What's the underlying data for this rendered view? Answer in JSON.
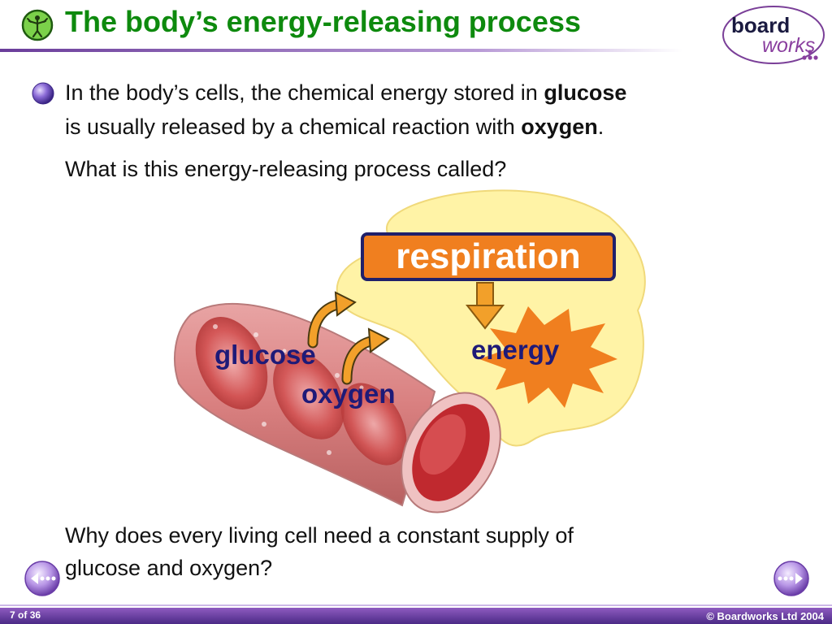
{
  "header": {
    "title": "The body’s energy-releasing process",
    "logo_top": "board",
    "logo_bottom": "works",
    "title_icon": "science-figure-icon"
  },
  "content": {
    "bullet_icon": "purple-bullet-icon",
    "intro_a": "In the body’s cells, the chemical energy stored in ",
    "intro_glucose": "glucose",
    "intro_b": "is usually released by a chemical reaction with ",
    "intro_oxygen": "oxygen",
    "intro_period": ".",
    "question1": "What is this energy-releasing process called?",
    "question2_line1": "Why does every living cell need a constant supply of",
    "question2_line2": "glucose and oxygen?"
  },
  "diagram": {
    "process_label": "respiration",
    "glucose_label": "glucose",
    "oxygen_label": "oxygen",
    "energy_label": "energy",
    "colors": {
      "cell": "#fff3a6",
      "process_box": "#f07f1f",
      "label": "#1e1a78",
      "vessel": "#d98a8a"
    }
  },
  "footer": {
    "page_current": "7",
    "page_of": " of ",
    "page_total": "36",
    "copyright": "© Boardworks Ltd 2004",
    "prev_icon": "previous-slide-icon",
    "next_icon": "next-slide-icon"
  }
}
